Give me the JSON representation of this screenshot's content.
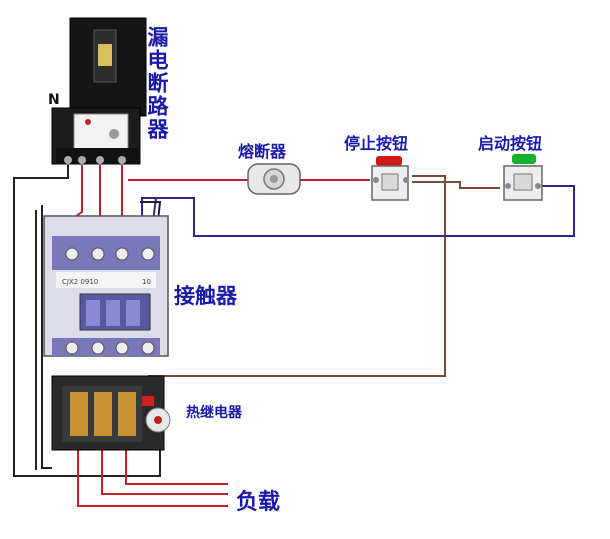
{
  "labels": {
    "breaker": "漏电断路器",
    "neutral": "N",
    "fuse": "熔断器",
    "stop_button": "停止按钮",
    "start_button": "启动按钮",
    "contactor": "接触器",
    "thermal_relay": "热继电器",
    "load": "负载",
    "contactor_model": "CJX2 0910",
    "contactor_aux": "10"
  },
  "colors": {
    "text": "#1a1aa8",
    "wire_red": "#c0202a",
    "wire_blue": "#2a2a8a",
    "wire_brown": "#7a4a3a",
    "wire_black": "#222222",
    "stop_cap": "#d01818",
    "start_cap": "#18b030",
    "contactor_body": "#7a78b8",
    "breaker_body": "#151515"
  }
}
